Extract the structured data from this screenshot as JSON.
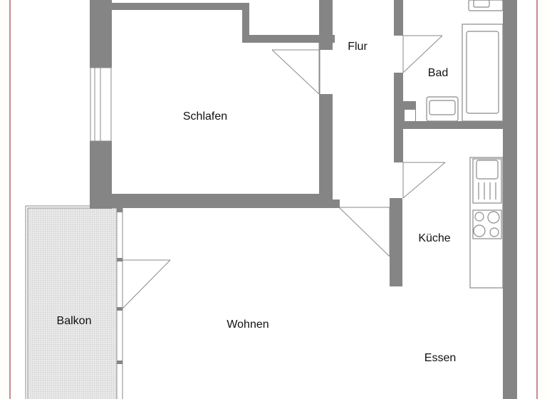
{
  "plan": {
    "type": "floor-plan",
    "colors": {
      "wall": "#858585",
      "line": "#8a8a8a",
      "frame": "#c98b93",
      "balcony_fill": "#e6e6e6",
      "text": "#111111"
    },
    "rooms": [
      {
        "id": "schlafen",
        "label": "Schlafen"
      },
      {
        "id": "flur",
        "label": "Flur"
      },
      {
        "id": "bad",
        "label": "Bad"
      },
      {
        "id": "kueche",
        "label": "Küche"
      },
      {
        "id": "balkon",
        "label": "Balkon"
      },
      {
        "id": "wohnen",
        "label": "Wohnen"
      },
      {
        "id": "essen",
        "label": "Essen"
      }
    ],
    "fixtures": [
      "bathtub",
      "washbasin",
      "toilet",
      "sink",
      "stove-4-burners",
      "kitchen-counter"
    ]
  }
}
